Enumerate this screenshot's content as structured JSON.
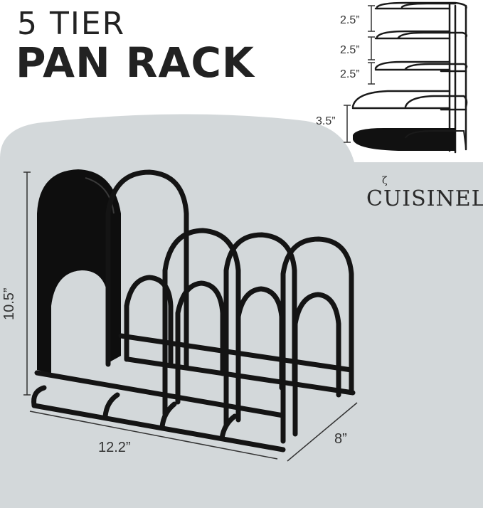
{
  "title": {
    "line1": "5 TIER",
    "line2": "PAN RACK"
  },
  "brand": {
    "name": "CUISINEL",
    "mark": "ζ"
  },
  "tier_dimensions": [
    "2.5”",
    "2.5”",
    "2.5”",
    "3.5”"
  ],
  "rack_dimensions": {
    "height": "10.5”",
    "width": "12.2”",
    "depth": "8”"
  },
  "colors": {
    "background_panel": "#d4d9db",
    "rack": "#141414",
    "text": "#222222"
  }
}
